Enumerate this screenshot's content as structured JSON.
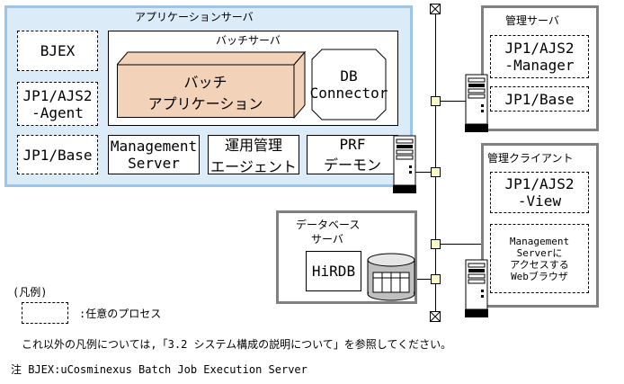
{
  "app_server": {
    "title": "アプリケーションサーバ",
    "bjex": "BJEX",
    "agent_line1": "JP1/AJS2",
    "agent_line2": "-Agent",
    "base": "JP1/Base",
    "batch_server": "バッチサーバ",
    "batch_app_line1": "バッチ",
    "batch_app_line2": "アプリケーション",
    "db_line1": "DB",
    "db_line2": "Connector",
    "mgmt_line1": "Management",
    "mgmt_line2": "Server",
    "unyo_line1": "運用管理",
    "unyo_line2": "エージェント",
    "prf_line1": "PRF",
    "prf_line2": "デーモン"
  },
  "mgmt_server": {
    "title": "管理サーバ",
    "manager_line1": "JP1/AJS2",
    "manager_line2": "-Manager",
    "base": "JP1/Base"
  },
  "mgmt_client": {
    "title": "管理クライアント",
    "view_line1": "JP1/AJS2",
    "view_line2": "-View",
    "browser_line1": "Management",
    "browser_line2": "Serverに",
    "browser_line3": "アクセスする",
    "browser_line4": "Webブラウザ"
  },
  "db_server": {
    "title_line1": "データベース",
    "title_line2": "サーバ",
    "hirdb": "HiRDB"
  },
  "legend": {
    "heading": "(凡例)",
    "any_process": ":任意のプロセス",
    "reference": "これ以外の凡例については,「3.2 システム構成の説明について」を参照してください。"
  },
  "note": "注 BJEX:uCosminexus Batch Job Execution Server",
  "colors": {
    "app_server_fill": "#dcebf8",
    "app_server_border": "#9cc5ea",
    "batch_app_fill": "#f2d2b8",
    "server_border": "#808080",
    "node_fill": "#ffffcc"
  }
}
